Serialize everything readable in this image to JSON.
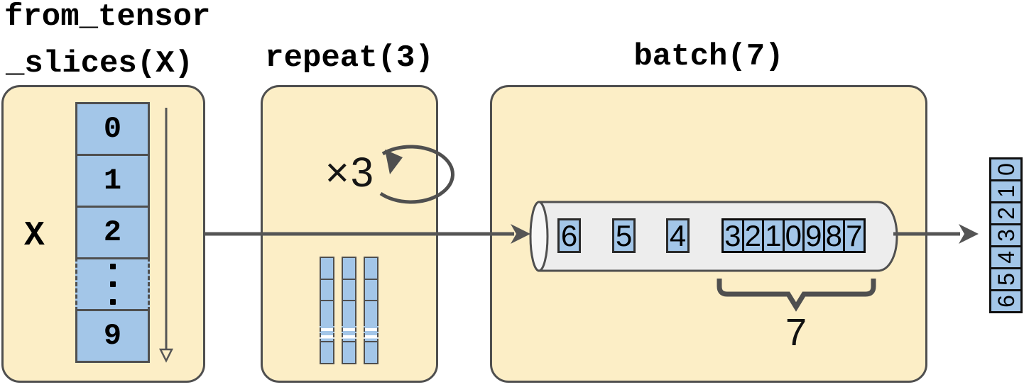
{
  "colors": {
    "panel_fill": "#FCEEC6",
    "panel_border": "#4F4F4F",
    "cell_fill": "#A3C6E8",
    "arrow_gray": "#555555",
    "cylinder_fill": "#EDEDED",
    "text": "#000000"
  },
  "pipeline": {
    "stage_from_tensor_slices": {
      "title_line1": "from_tensor",
      "title_line2": "_slices(X)",
      "input_label": "X",
      "column_cells": [
        "0",
        "1",
        "2",
        "⋮",
        "9"
      ]
    },
    "stage_repeat": {
      "title": "repeat(3)",
      "loop_label": "×3",
      "copies": 3
    },
    "stage_batch": {
      "title": "batch(7)",
      "queue_single_cells": [
        "6",
        "5",
        "4"
      ],
      "queue_batch_cells": [
        "3",
        "2",
        "1",
        "0",
        "9",
        "8",
        "7"
      ],
      "batch_size_label": "7"
    },
    "output_batch": {
      "cells_top_to_bottom": [
        "0",
        "1",
        "2",
        "3",
        "4",
        "5",
        "6"
      ]
    }
  }
}
